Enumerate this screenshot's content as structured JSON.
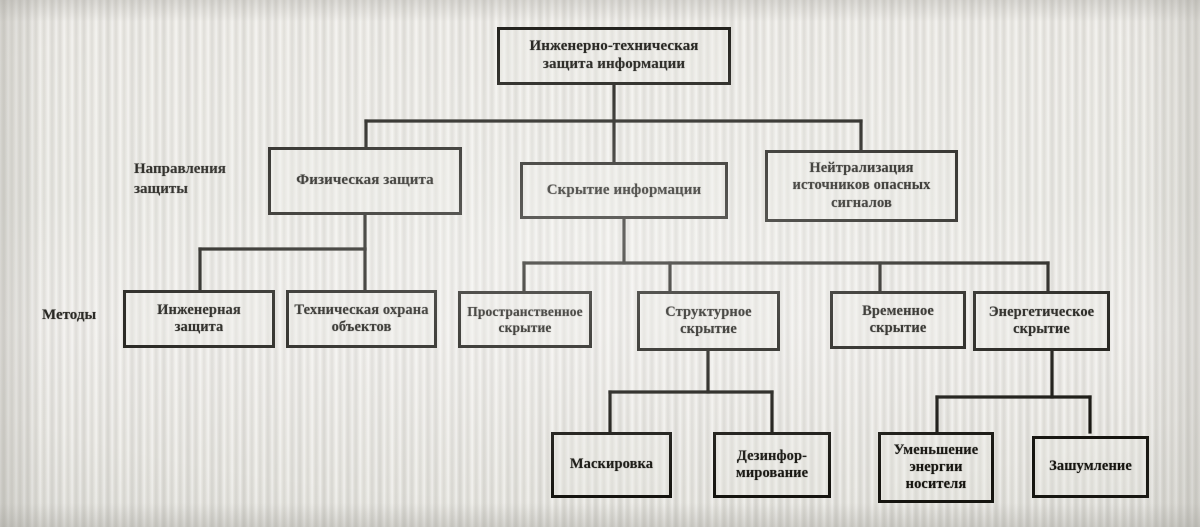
{
  "diagram": {
    "title_root": "Инженерно-техническая защита информации",
    "row_labels": {
      "directions": "Направления защиты",
      "methods": "Методы"
    },
    "level2": [
      {
        "id": "physical",
        "label": "Физическая защита"
      },
      {
        "id": "concealment",
        "label": "Скрытие информации"
      },
      {
        "id": "neutralization",
        "label": "Нейтрализация источников опасных сигналов"
      }
    ],
    "level3": [
      {
        "id": "engineering-protection",
        "label": "Инженерная защита"
      },
      {
        "id": "technical-guarding",
        "label": "Техническая охрана объектов"
      },
      {
        "id": "spatial-concealment",
        "label": "Пространственное скрытие"
      },
      {
        "id": "structural-concealment",
        "label": "Структурное скрытие"
      },
      {
        "id": "temporal-concealment",
        "label": "Временное скрытие"
      },
      {
        "id": "energy-concealment",
        "label": "Энергетическое скрытие"
      }
    ],
    "level4": [
      {
        "id": "masking",
        "label": "Маскировка"
      },
      {
        "id": "disinformation",
        "label": "Дезинфор- мирование"
      },
      {
        "id": "carrier-energy-reduction",
        "label": "Уменьшение энергии носителя"
      },
      {
        "id": "noise-jamming",
        "label": "Зашумление"
      }
    ]
  },
  "colors": {
    "ink": "#15140f",
    "paper": "#e8e7e2"
  }
}
